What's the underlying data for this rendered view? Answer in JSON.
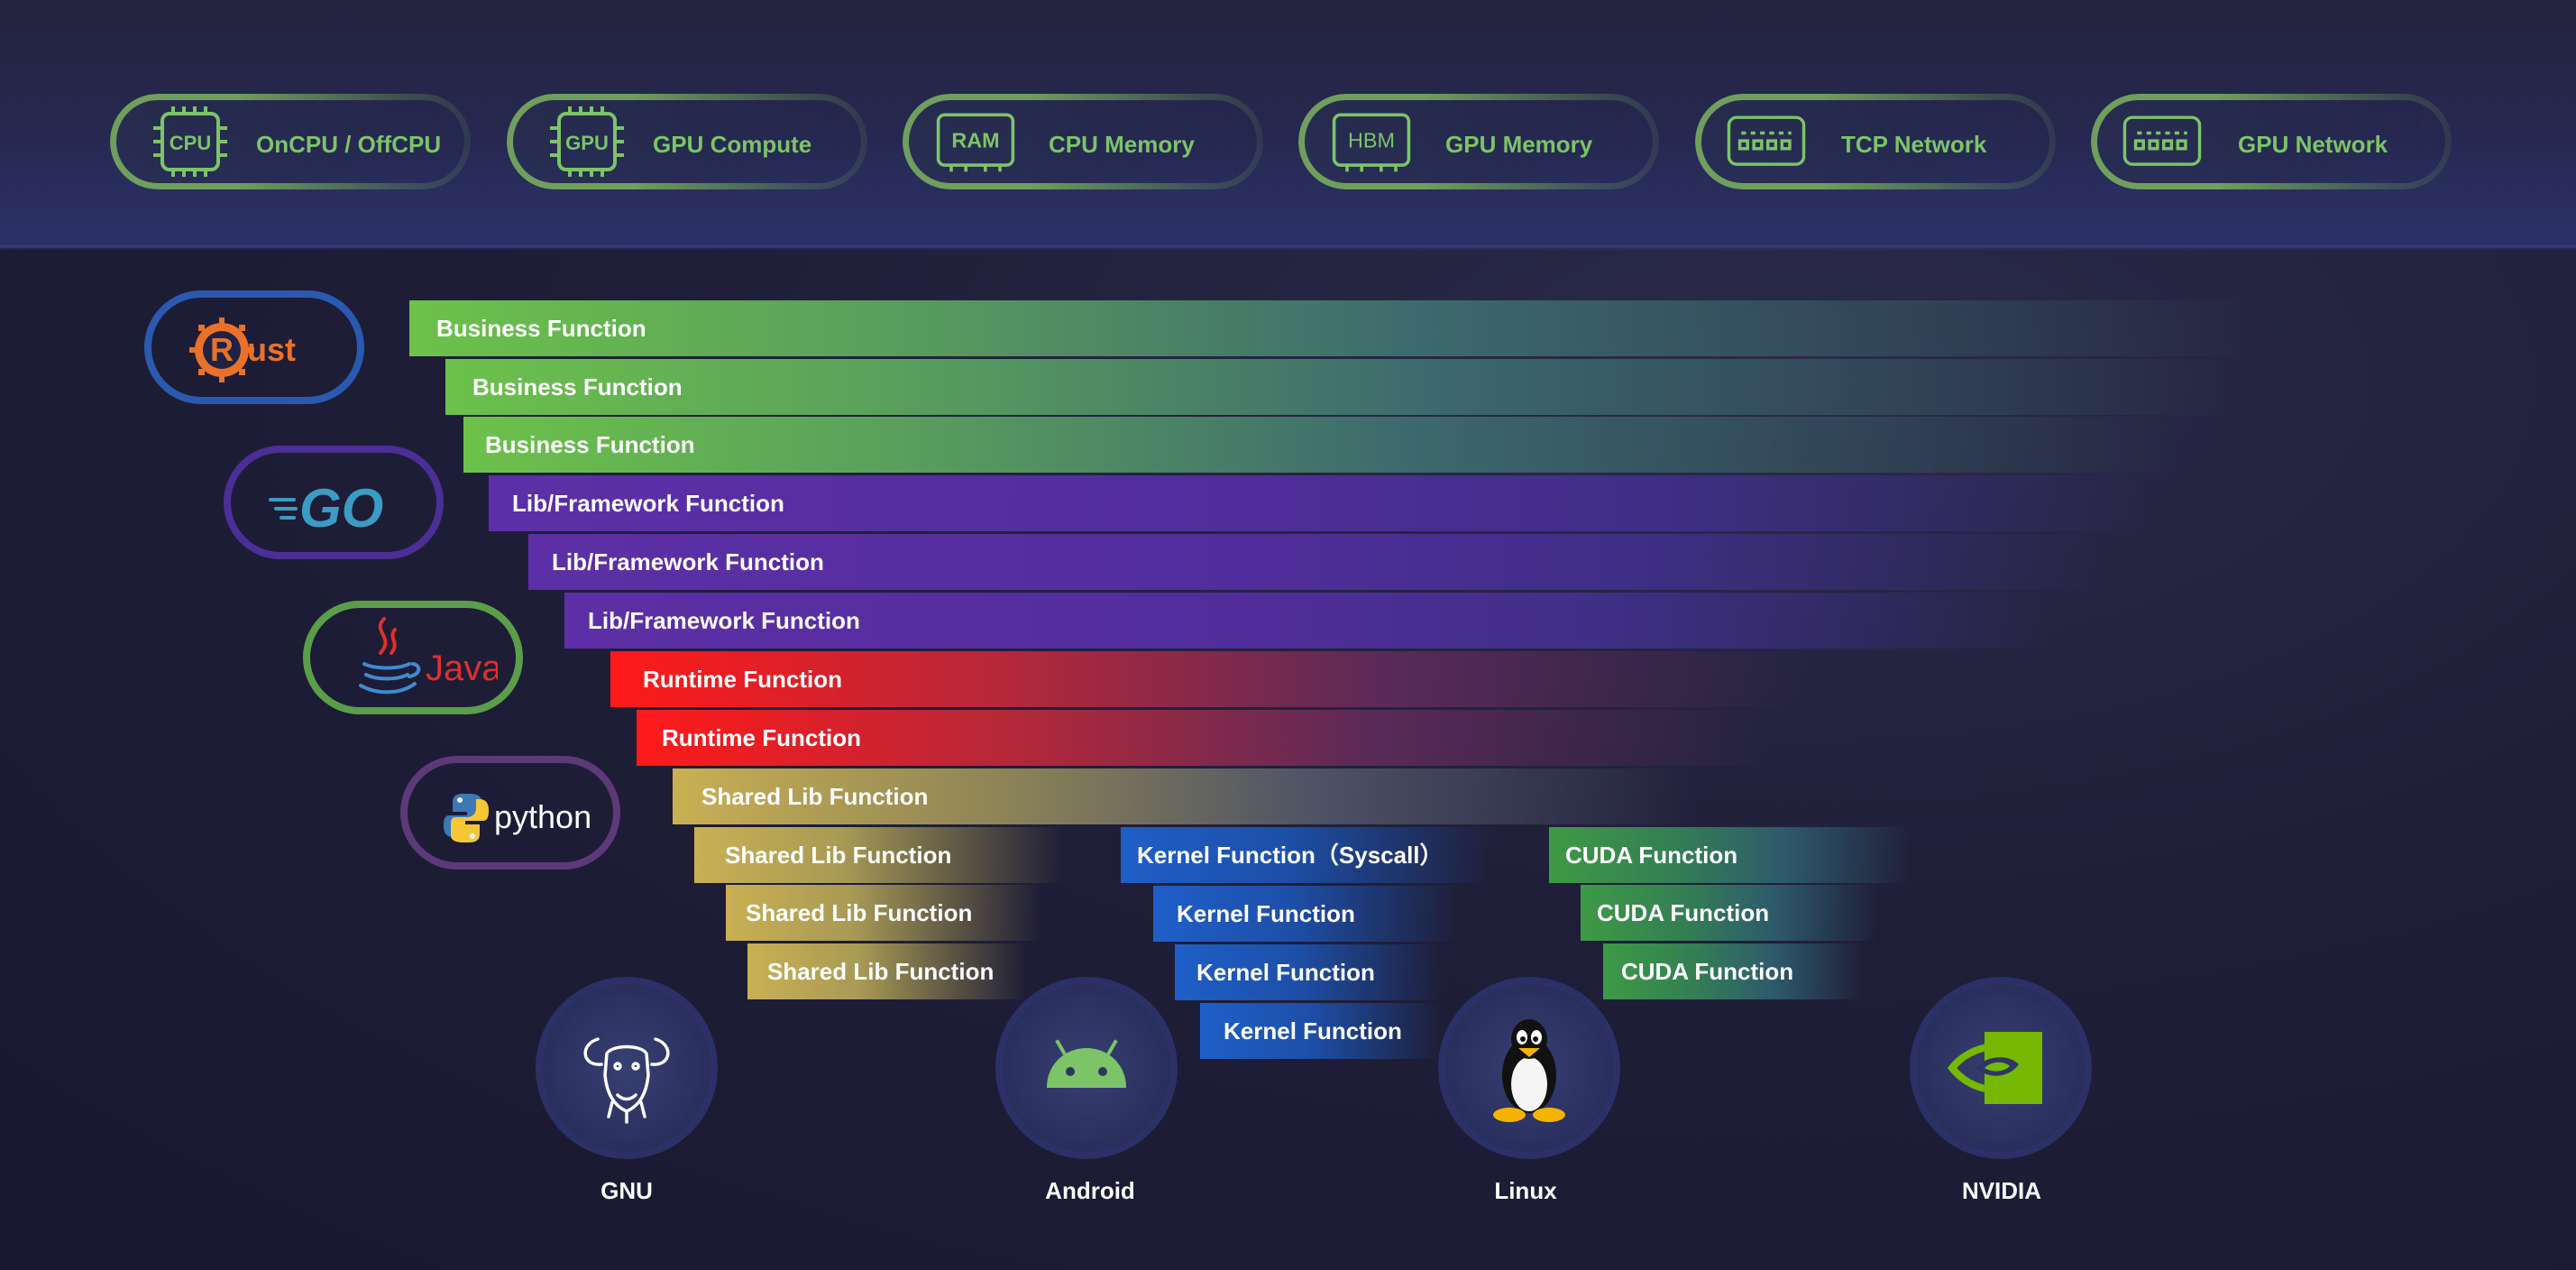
{
  "resources": [
    {
      "label": "OnCPU / OffCPU",
      "icon": "cpu-chip-icon",
      "badge": "CPU"
    },
    {
      "label": "GPU Compute",
      "icon": "gpu-chip-icon",
      "badge": "GPU"
    },
    {
      "label": "CPU Memory",
      "icon": "ram-icon",
      "badge": "RAM"
    },
    {
      "label": "GPU  Memory",
      "icon": "hbm-icon",
      "badge": "HBM"
    },
    {
      "label": "TCP Network",
      "icon": "network-switch-icon",
      "badge": ""
    },
    {
      "label": "GPU Network",
      "icon": "network-switch-icon",
      "badge": ""
    }
  ],
  "languages": [
    {
      "name": "Rust",
      "ring_color": "#2a59b0"
    },
    {
      "name": "GO",
      "ring_color": "#4a2f96"
    },
    {
      "name": "Java",
      "ring_color": "#5a9e4a"
    },
    {
      "name": "python",
      "ring_color": "#5c3a78"
    }
  ],
  "stack": {
    "business": [
      "Business Function",
      "Business Function",
      "Business Function"
    ],
    "framework": [
      "Lib/Framework Function",
      "Lib/Framework Function",
      "Lib/Framework Function"
    ],
    "runtime": [
      "Runtime Function",
      "Runtime Function"
    ],
    "shared": [
      "Shared Lib Function",
      "Shared Lib Function",
      "Shared Lib Function",
      "Shared Lib Function"
    ],
    "kernel": [
      "Kernel Function（Syscall）",
      "Kernel Function",
      "Kernel Function",
      "Kernel Function"
    ],
    "cuda": [
      "CUDA Function",
      "CUDA Function",
      "CUDA Function"
    ]
  },
  "platforms": [
    {
      "label": "GNU",
      "icon": "gnu-head-icon"
    },
    {
      "label": "Android",
      "icon": "android-robot-icon"
    },
    {
      "label": "Linux",
      "icon": "tux-penguin-icon"
    },
    {
      "label": "NVIDIA",
      "icon": "nvidia-eye-icon"
    }
  ],
  "colors": {
    "business": "#6cc24a",
    "framework": "#5d2fa6",
    "runtime": "#ff1a1a",
    "shared": "#c9b053",
    "kernel": "#1f5fc8",
    "cuda": "#3e9a45",
    "resource_green": "#7cc467",
    "background": "#1c1b33"
  }
}
